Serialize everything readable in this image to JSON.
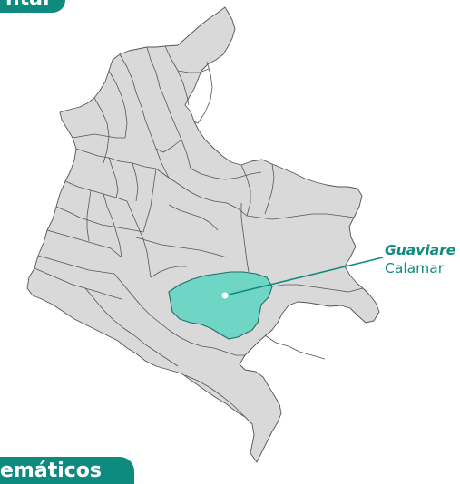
{
  "header_tab": {
    "text": "ntal"
  },
  "footer_tab": {
    "text": "emáticos"
  },
  "map": {
    "country": "Colombia",
    "highlight": {
      "department": "Guaviare",
      "municipality": "Calamar"
    },
    "base_color": "#d9d9d9",
    "border_color": "#555555",
    "highlight_color": "#6fd6c6",
    "highlight_border": "#1f6f66",
    "leader_color": "#0f8a7e"
  },
  "colors": {
    "accent": "#0f8a7e"
  }
}
